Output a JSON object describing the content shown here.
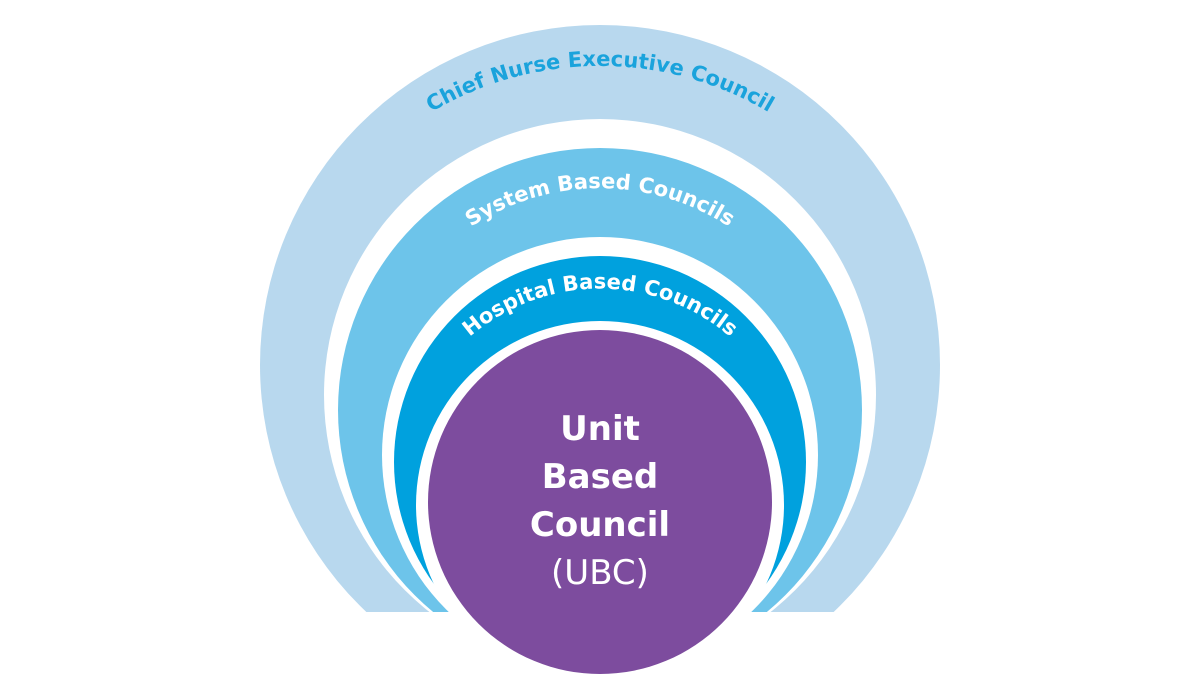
{
  "diagram": {
    "layers": [
      {
        "id": "outer",
        "label": "Chief Nurse Executive Council",
        "fill": "#b8d8ee",
        "label_color": "#1aa3dc"
      },
      {
        "id": "second",
        "label": "System Based Councils",
        "fill": "#6dc4ea",
        "label_color": "#ffffff"
      },
      {
        "id": "third",
        "label": "Hospital Based Councils",
        "fill": "#00a1de",
        "label_color": "#ffffff"
      }
    ],
    "center": {
      "lines": [
        "Unit",
        "Based",
        "Council",
        "(UBC)"
      ],
      "fill": "#7d4c9e",
      "text_color": "#ffffff"
    },
    "gap_color": "#ffffff"
  }
}
